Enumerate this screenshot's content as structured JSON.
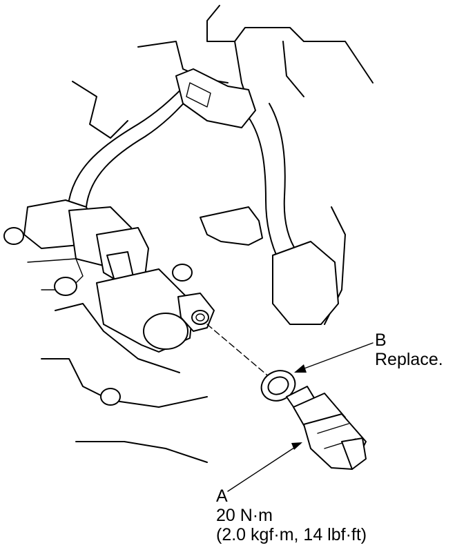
{
  "callouts": {
    "b": {
      "letter": "B",
      "note": "Replace."
    },
    "a": {
      "letter": "A",
      "torque": "20 N·m",
      "torque_alt": "(2.0 kgf·m, 14 lbf·ft)"
    }
  }
}
